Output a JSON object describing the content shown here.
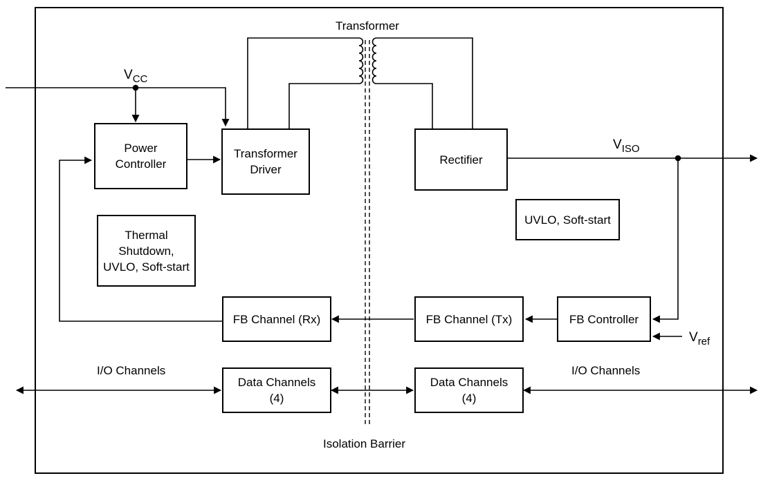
{
  "blocks": {
    "power_controller": "Power\nController",
    "transformer_driver": "Transformer\nDriver",
    "rectifier": "Rectifier",
    "thermal": "Thermal\nShutdown,\nUVLO, Soft-start",
    "uvlo_right": "UVLO, Soft-start",
    "fb_rx": "FB Channel (Rx)",
    "fb_tx": "FB Channel (Tx)",
    "fb_controller": "FB Controller",
    "data_left": "Data Channels\n(4)",
    "data_right": "Data Channels\n(4)"
  },
  "labels": {
    "transformer": "Transformer",
    "io_left": "I/O Channels",
    "io_right": "I/O Channels",
    "isolation_barrier": "Isolation Barrier"
  },
  "signals": {
    "vcc": {
      "base": "V",
      "sub": "CC"
    },
    "viso": {
      "base": "V",
      "sub": "ISO"
    },
    "vref": {
      "base": "V",
      "sub": "ref"
    }
  }
}
